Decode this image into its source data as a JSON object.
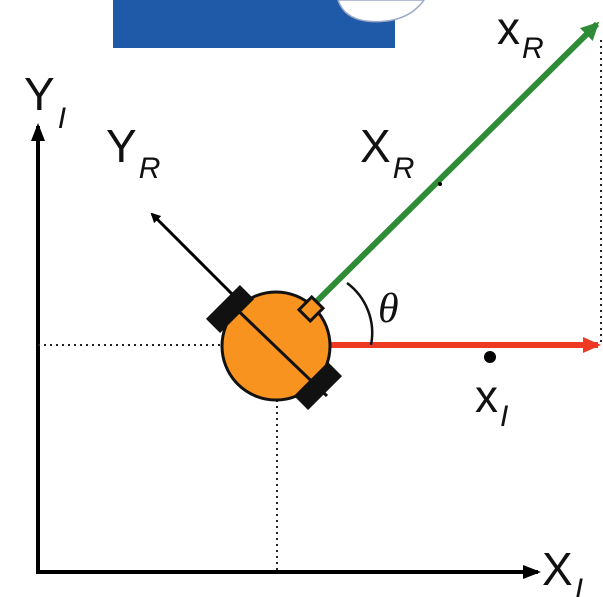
{
  "diagram": {
    "labels": {
      "yi": {
        "main": "Y",
        "sub": "I"
      },
      "xi": {
        "main": "X",
        "sub": "I"
      },
      "yr": {
        "main": "Y",
        "sub": "R"
      },
      "xr_axis": {
        "main": "X",
        "sub": "R"
      },
      "xr_vector": {
        "main": "x",
        "sub": "R"
      },
      "xi_vector": {
        "main": "x",
        "sub": "I"
      },
      "theta": "θ"
    },
    "colors": {
      "inertial_axes": "#000000",
      "robot_x_vector": "#2e8b36",
      "inertial_x_vector": "#ee3a23",
      "robot_body": "#f7931e",
      "wheel": "#111111",
      "banner": "#1f5aa8",
      "guide_lines": "#222222"
    },
    "icons": {
      "robot": "differential-drive-robot-icon",
      "angle": "angle-arc-icon"
    }
  }
}
